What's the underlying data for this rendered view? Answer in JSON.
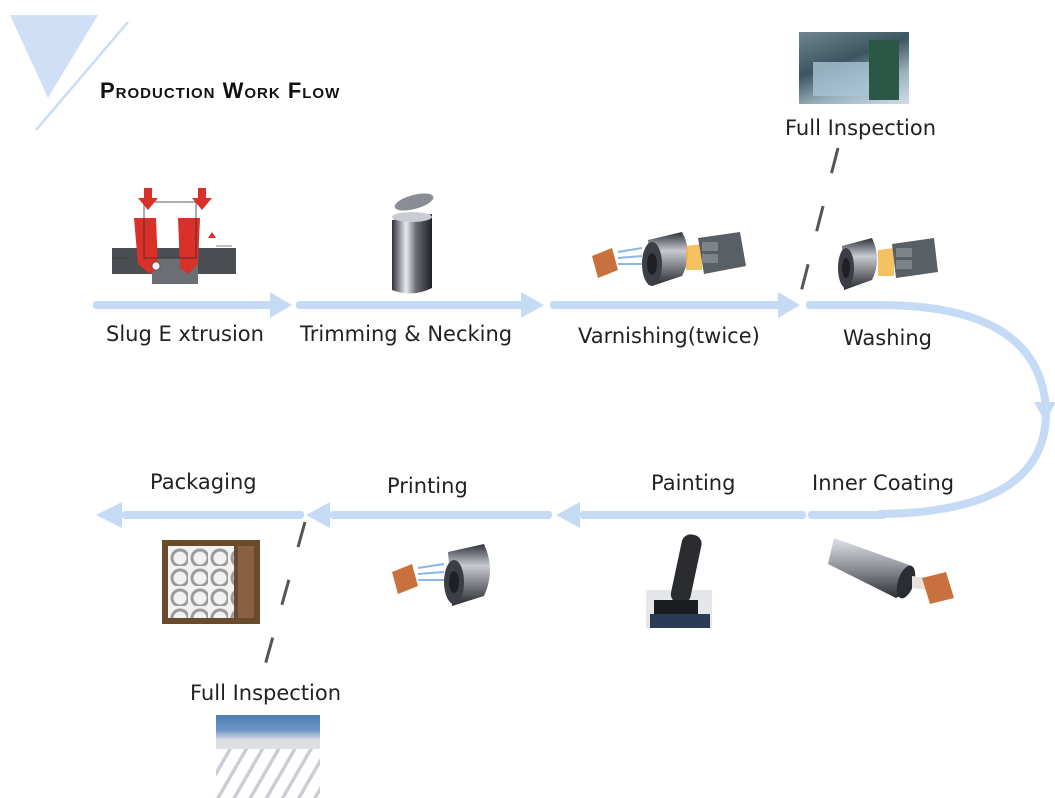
{
  "title": "Production Work Flow",
  "steps": {
    "slug_extrusion": "Slug E xtrusion",
    "trimming_necking": "Trimming & Necking",
    "varnishing": "Varnishing(twice)",
    "washing": "Washing",
    "inner_coating": "Inner Coating",
    "painting": "Painting",
    "printing": "Printing",
    "packaging": "Packaging"
  },
  "inspections": {
    "top": "Full Inspection",
    "bottom": "Full Inspection"
  },
  "colors": {
    "flow_arrow": "#c5daf4",
    "corner_triangle": "#c9dcf5",
    "copper": "#c8703e",
    "can_dark": "#3b3f45",
    "accent_red": "#d9302a"
  }
}
